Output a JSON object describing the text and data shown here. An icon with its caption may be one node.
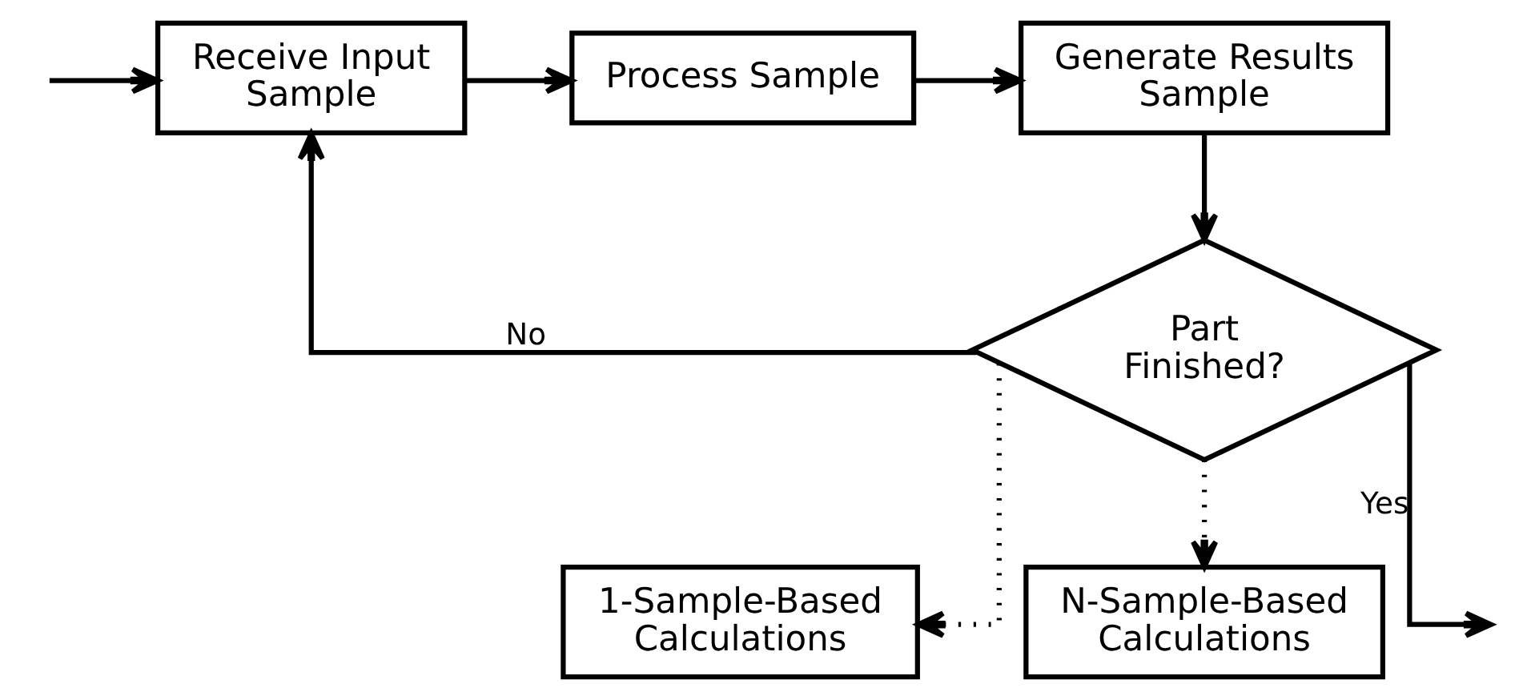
{
  "diagram": {
    "nodes": [
      {
        "text": [
          "Receive Input Sample"
        ]
      },
      {
        "text": [
          "Process Sample"
        ]
      },
      {
        "text": [
          "Generate Results Sample"
        ]
      },
      {
        "text": [
          "Part Finished?"
        ]
      },
      {
        "text": [
          "1-Sample-Based Calculations"
        ]
      },
      {
        "text": [
          "N-Sample-Based Calculations"
        ]
      }
    ],
    "edges": [
      {
        "from": null,
        "to": 0,
        "arrow": "to"
      },
      {
        "from": 0,
        "to": 1,
        "arrow": "to"
      },
      {
        "from": 1,
        "to": 2,
        "arrow": "to"
      },
      {
        "from": 2,
        "to": 3,
        "arrow": "to"
      },
      {
        "from": 3,
        "to": 0,
        "arrow": "to",
        "label": "No"
      },
      {
        "from": 3,
        "to": 4,
        "arrow": "to",
        "style": "dashed"
      },
      {
        "from": 3,
        "to": null,
        "arrow": "to",
        "label": "Yes"
      },
      {
        "from": 3,
        "to": 5,
        "arrow": "to",
        "style": "dashed"
      }
    ]
  }
}
